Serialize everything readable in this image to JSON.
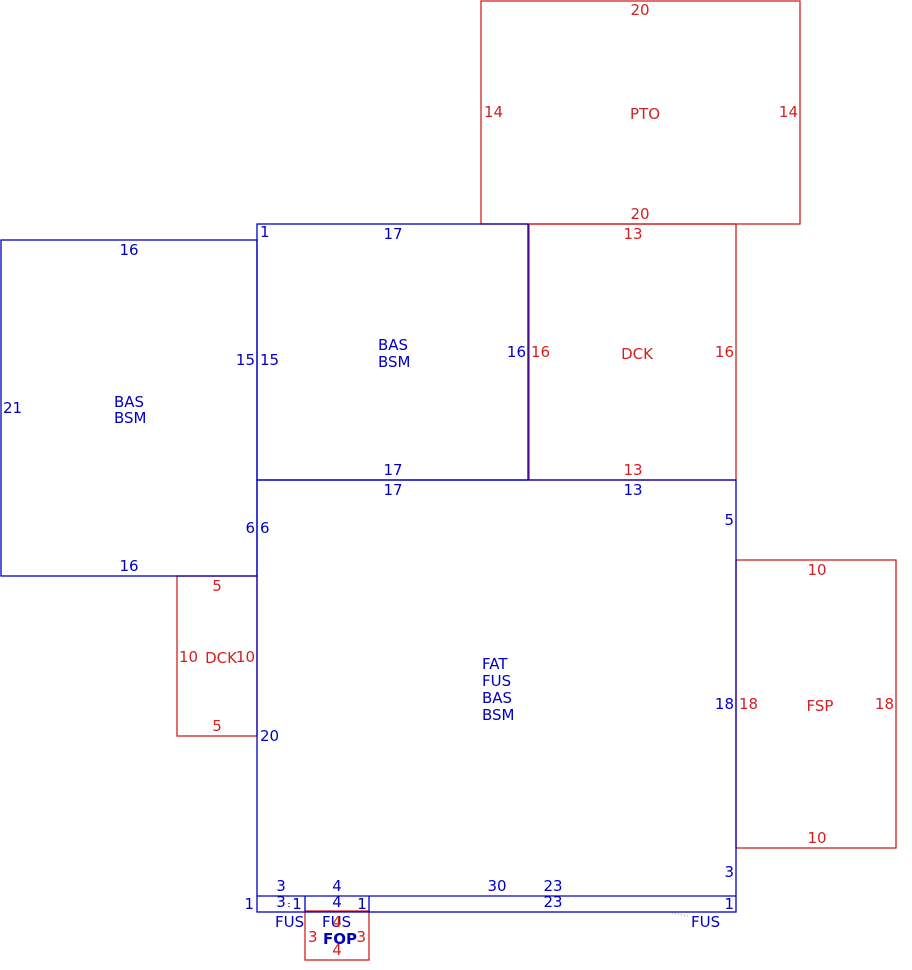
{
  "colors": {
    "living": "#0000c0",
    "exterior": "#d42020"
  },
  "areas": {
    "pto": {
      "code": "PTO",
      "top": "20",
      "bottom": "20",
      "left": "14",
      "right": "14"
    },
    "bas_top": {
      "code1": "BAS",
      "code2": "BSM",
      "corner": "1",
      "top": "17",
      "bottom": "17",
      "left": "15",
      "right": "16"
    },
    "dck_top": {
      "code": "DCK",
      "top": "13",
      "bottom": "13",
      "left": "16",
      "right": "16"
    },
    "bas_left": {
      "code1": "BAS",
      "code2": "BSM",
      "top": "16",
      "bottom": "16",
      "left": "21",
      "right": "15"
    },
    "main": {
      "code1": "FAT",
      "code2": "FUS",
      "code3": "BAS",
      "code4": "BSM",
      "top_left": "17",
      "top_right": "13",
      "right_upper": "5",
      "right_mid": "18",
      "right_lower": "3",
      "left_upper": "6",
      "left_mid": "20",
      "bottom": "30",
      "bottom_right": "23"
    },
    "bas_left_shared": {
      "right": "6"
    },
    "dck_left": {
      "code": "DCK",
      "top": "5",
      "bottom": "5",
      "left": "10",
      "right": "10"
    },
    "fsp": {
      "code": "FSP",
      "top": "10",
      "bottom": "10",
      "left": "18",
      "right": "18"
    },
    "strip": {
      "seg1_top": "3",
      "seg2_top": "4",
      "left": "1",
      "seg1_bottom": "3",
      "seg1_inner": "1",
      "seg2_bottom": "4",
      "seg2_inner": "1",
      "right_bottom": "23",
      "right_end": "1",
      "fus_left": "FUS",
      "fus_mid": "FUS",
      "fus_right": "FUS"
    },
    "fop": {
      "code": "FOP",
      "top": "4",
      "bottom": "4",
      "left": "3",
      "right": "3"
    }
  }
}
